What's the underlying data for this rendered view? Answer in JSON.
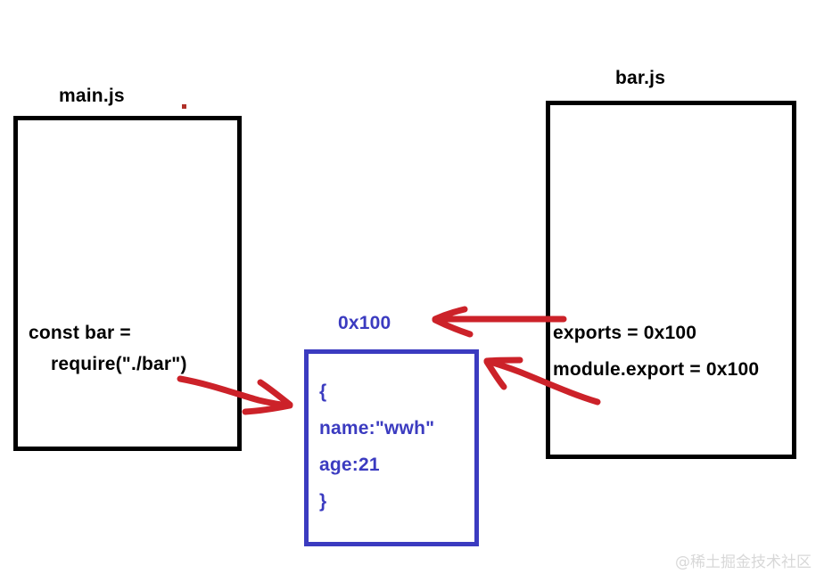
{
  "diagram": {
    "title_main": "main.js",
    "title_bar": "bar.js",
    "address_label": "0x100",
    "main_box": {
      "lines": [
        "const bar =",
        "require(\"./bar\")"
      ]
    },
    "memory_box": {
      "lines": [
        "{",
        "name:\"wwh\"",
        "age:21",
        "}"
      ]
    },
    "bar_box": {
      "lines": [
        "exports = 0x100",
        "module.export = 0x100"
      ]
    },
    "annotations": [
      {
        "name": "arrow-main-to-memory",
        "direction": "right",
        "from": "main.js require call",
        "to": "memory object box"
      },
      {
        "name": "arrow-bar-to-address",
        "direction": "left",
        "from": "bar.js exports",
        "to": "0x100 address label"
      },
      {
        "name": "arrow-bar-to-memory",
        "direction": "up-left",
        "from": "bar.js module.export",
        "to": "memory object box"
      }
    ],
    "colors": {
      "box_black": "#000000",
      "box_blue": "#3b3bc0",
      "arrow_red": "#cc2229",
      "background": "#ffffff",
      "watermark": "#d8d8d8"
    }
  },
  "watermark": {
    "text": "@稀土掘金技术社区"
  }
}
